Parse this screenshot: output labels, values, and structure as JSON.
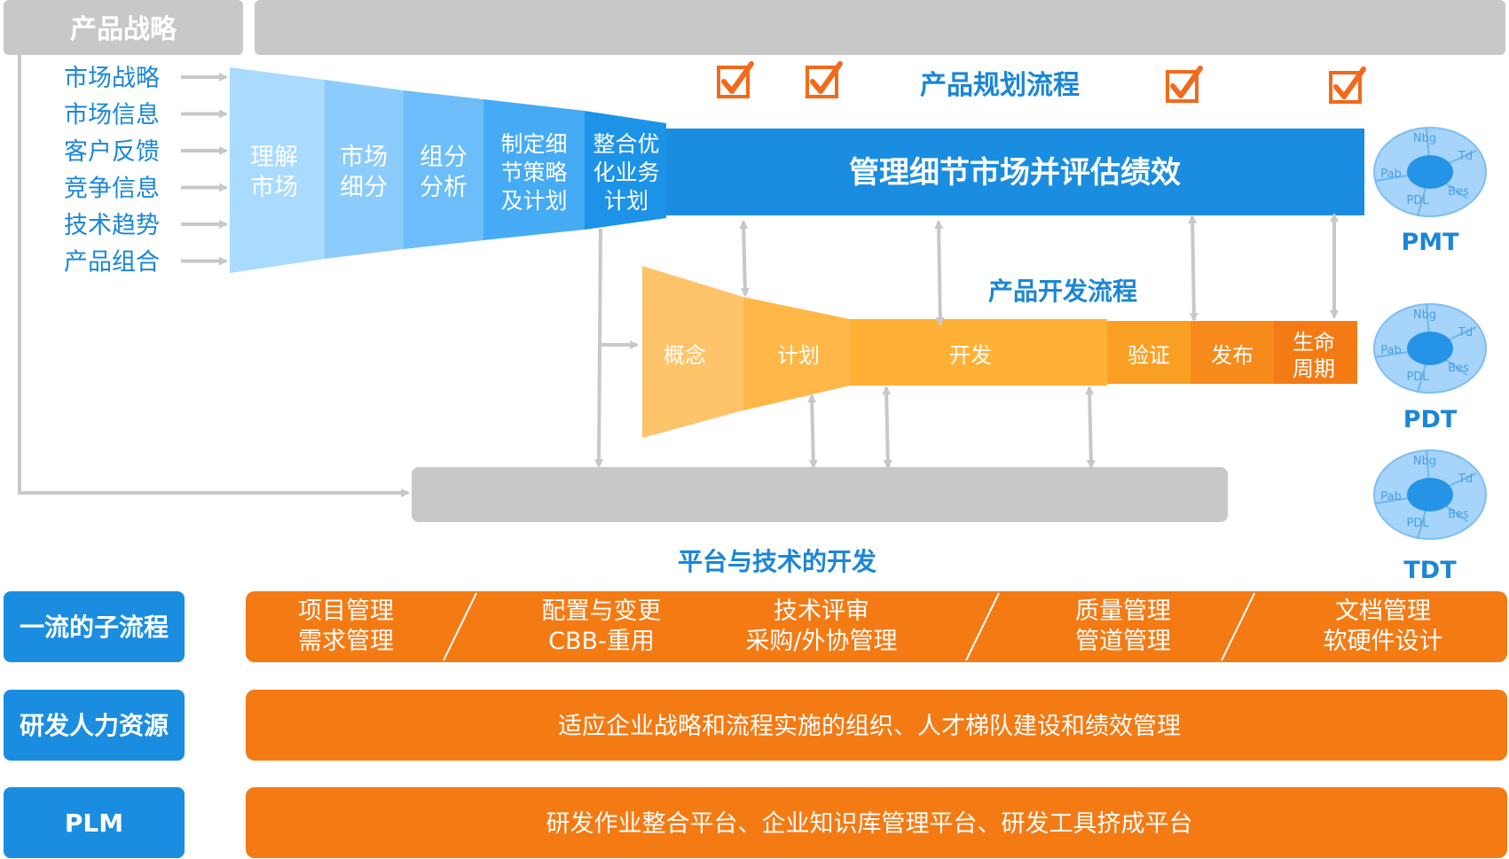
{
  "strategy": {
    "title": "产品战略"
  },
  "inputs": [
    "市场战略",
    "市场信息",
    "客户反馈",
    "竞争信息",
    "技术趋势",
    "产品组合"
  ],
  "planning": {
    "title": "产品规划流程",
    "steps": [
      [
        "理解",
        "市场"
      ],
      [
        "市场",
        "细分"
      ],
      [
        "组分",
        "分析"
      ],
      [
        "制定细",
        "节策略",
        "及计划"
      ],
      [
        "整合优",
        "化业务",
        "计划"
      ]
    ],
    "main": "管理细节市场并评估绩效"
  },
  "development": {
    "title": "产品开发流程",
    "steps": [
      [
        "概念"
      ],
      [
        "计划"
      ],
      [
        "开发"
      ],
      [
        "验证"
      ],
      [
        "发布"
      ],
      [
        "生命",
        "周期"
      ]
    ]
  },
  "platform": {
    "title": "平台与技术的开发"
  },
  "teams": [
    {
      "name": "PMT",
      "labels": [
        "Nbg",
        "Td",
        "Bes",
        "PDL",
        "Pab"
      ]
    },
    {
      "name": "PDT",
      "labels": [
        "Nbg",
        "Td",
        "Bes",
        "PDL",
        "Pab"
      ]
    },
    {
      "name": "TDT",
      "labels": [
        "Nbg",
        "Td",
        "Bes",
        "PDL",
        "Pab"
      ]
    }
  ],
  "bottom_rows": [
    {
      "label": "一流的子流程",
      "cells": [
        [
          "项目管理",
          "需求管理"
        ],
        [
          "配置与变更",
          "CBB-重用"
        ],
        [
          "技术评审",
          "采购/外协管理"
        ],
        [
          "质量管理",
          "管道管理"
        ],
        [
          "文档管理",
          "软硬件设计"
        ]
      ]
    },
    {
      "label": "研发人力资源",
      "text": "适应企业战略和流程实施的组织、人才梯队建设和绩效管理"
    },
    {
      "label": "PLM",
      "text": "研发作业整合平台、企业知识库管理平台、研发工具挤成平台"
    }
  ],
  "colors": {
    "gray": "#c8c8c8",
    "blue_dark": "#1a8de0",
    "blue_text": "#1b86d6",
    "orange": "#f47a14",
    "check": "#f26a1b"
  }
}
